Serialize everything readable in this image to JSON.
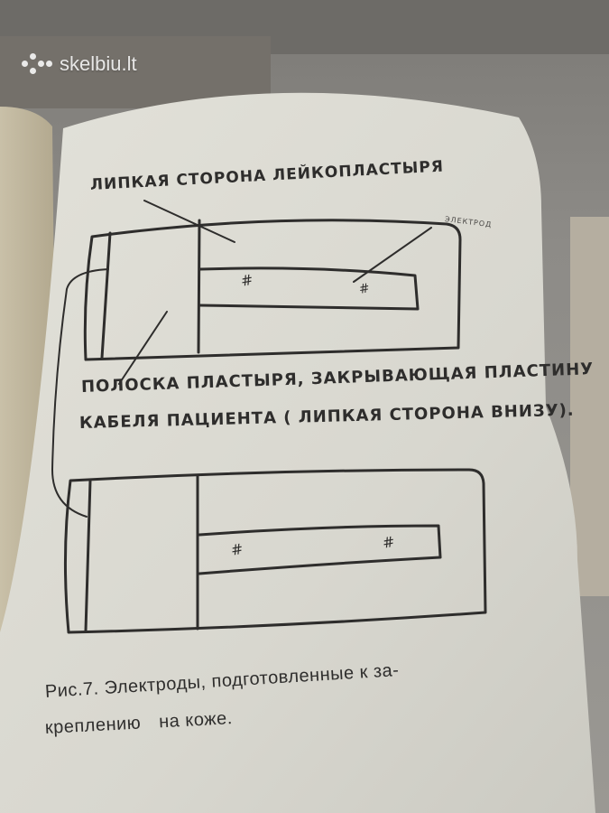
{
  "watermark": {
    "text": "skelbiu.lt"
  },
  "labels": {
    "adhesive_side": "ЛИПКАЯ СТОРОНА ЛЕЙКОПЛАСТЫРЯ",
    "small_label": "ЭЛЕКТРОД",
    "strip_line_1": "ПОЛОСКА ПЛАСТЫРЯ, ЗАКРЫВАЮЩАЯ ПЛАСТИНУ",
    "strip_line_2": "КАБЕЛЯ ПАЦИЕНТА ( ЛИПКАЯ СТОРОНА ВНИЗУ)."
  },
  "marks": {
    "hash": "#"
  },
  "caption": {
    "line_1": "Рис.7. Электроды, подготовленные к за-",
    "line_2_part_1": "креплению",
    "line_2_part_2": "на коже."
  },
  "colors": {
    "paper": "#d9d8d0",
    "ink": "#2e2d2c",
    "background": "#8d8b87"
  }
}
